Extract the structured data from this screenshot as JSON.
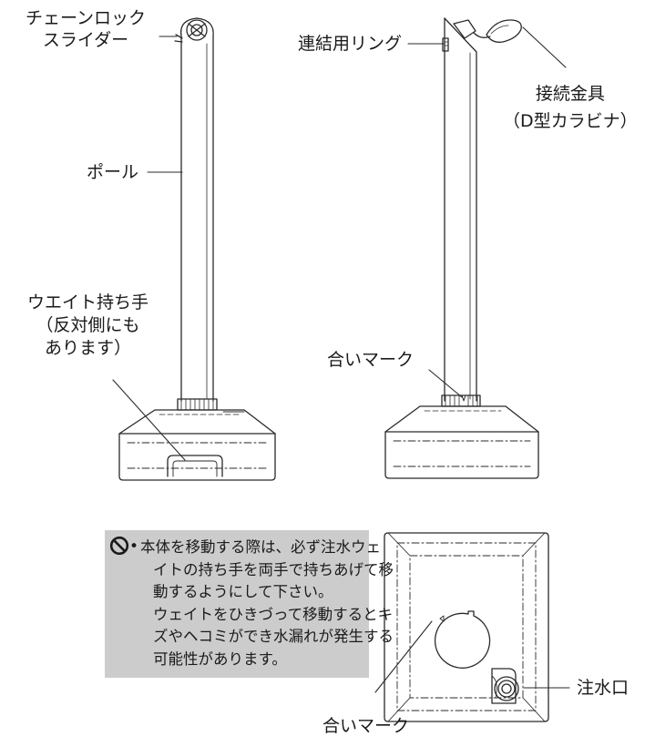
{
  "labels": {
    "chain_slider": [
      "チェーンロック",
      "スライダー"
    ],
    "pole": "ポール",
    "weight_handle": [
      "ウエイト持ち手",
      "（反対側にも",
      "あります）"
    ],
    "connecting_ring": "連結用リング",
    "connector": [
      "接続金具",
      "（D型カラビナ）"
    ],
    "alignment_mark_side": "合いマーク",
    "water_inlet": "注水口",
    "alignment_mark_top": "合いマーク"
  },
  "warning": {
    "icon": "prohibited-icon",
    "bullet": "•",
    "lines": [
      "本体を移動する際は、必ず注水ウェ",
      "イトの持ち手を両手で持ちあげて移",
      "動するようにして下さい。",
      "ウェイトをひきづって移動するとキ",
      "ズやヘコミができ水漏れが発生する",
      "可能性があります。"
    ]
  }
}
